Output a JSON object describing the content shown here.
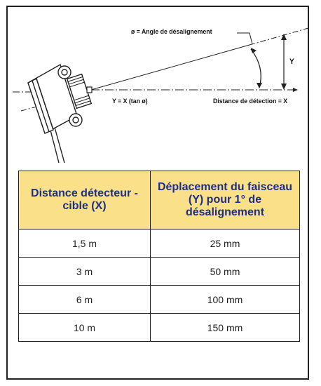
{
  "diagram": {
    "angle_label": "ø = Angle de désalignement",
    "y_label": "Y",
    "formula_label": "Y = X (tan ø)",
    "distance_label": "Distance de détection = X"
  },
  "table": {
    "headers": [
      "Distance détecteur - cible (X)",
      "Déplacement du faisceau (Y) pour 1° de désalignement"
    ],
    "rows": [
      [
        "1,5 m",
        "25 mm"
      ],
      [
        "3 m",
        "50 mm"
      ],
      [
        "6 m",
        "100 mm"
      ],
      [
        "10 m",
        "150 mm"
      ]
    ],
    "colors": {
      "header_bg": "#fbe08a",
      "header_text": "#1c2f84",
      "border": "#222222"
    }
  }
}
